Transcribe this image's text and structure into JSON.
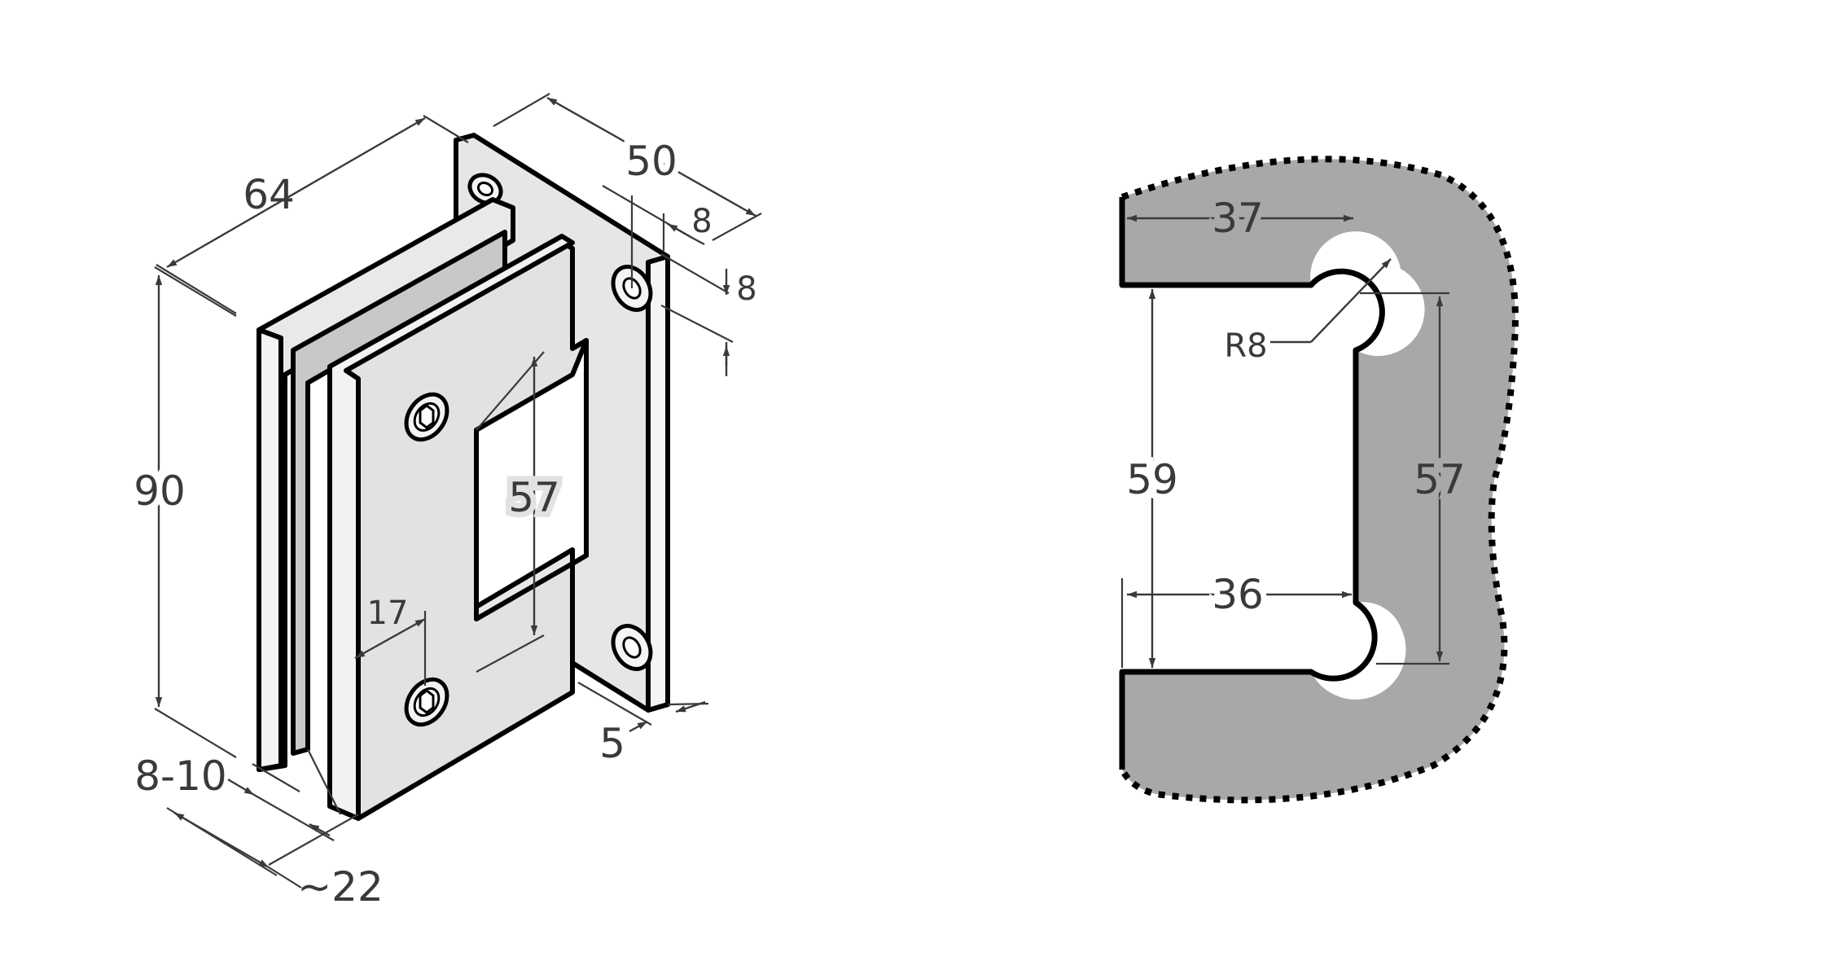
{
  "colors": {
    "metal_face": "#e2e2e2",
    "metal_edge": "#f2f2f2",
    "glass": "#c8c8c8",
    "section_fill": "#a8a8a8",
    "line": "#000000",
    "dimension": "#3a3a3a"
  },
  "isometric_view": {
    "dimensions": {
      "length": "64",
      "depth": "50",
      "height": "90",
      "slot_height": "57",
      "hole_offset_x": "8",
      "hole_offset_y": "8",
      "screw_offset": "17",
      "glass_thickness": "8-10",
      "clamp_width": "~22",
      "plate_thickness": "5"
    }
  },
  "section_view": {
    "dimensions": {
      "top_length": "37",
      "bottom_length": "36",
      "opening_height": "59",
      "inner_height": "57",
      "radius": "R8"
    }
  }
}
